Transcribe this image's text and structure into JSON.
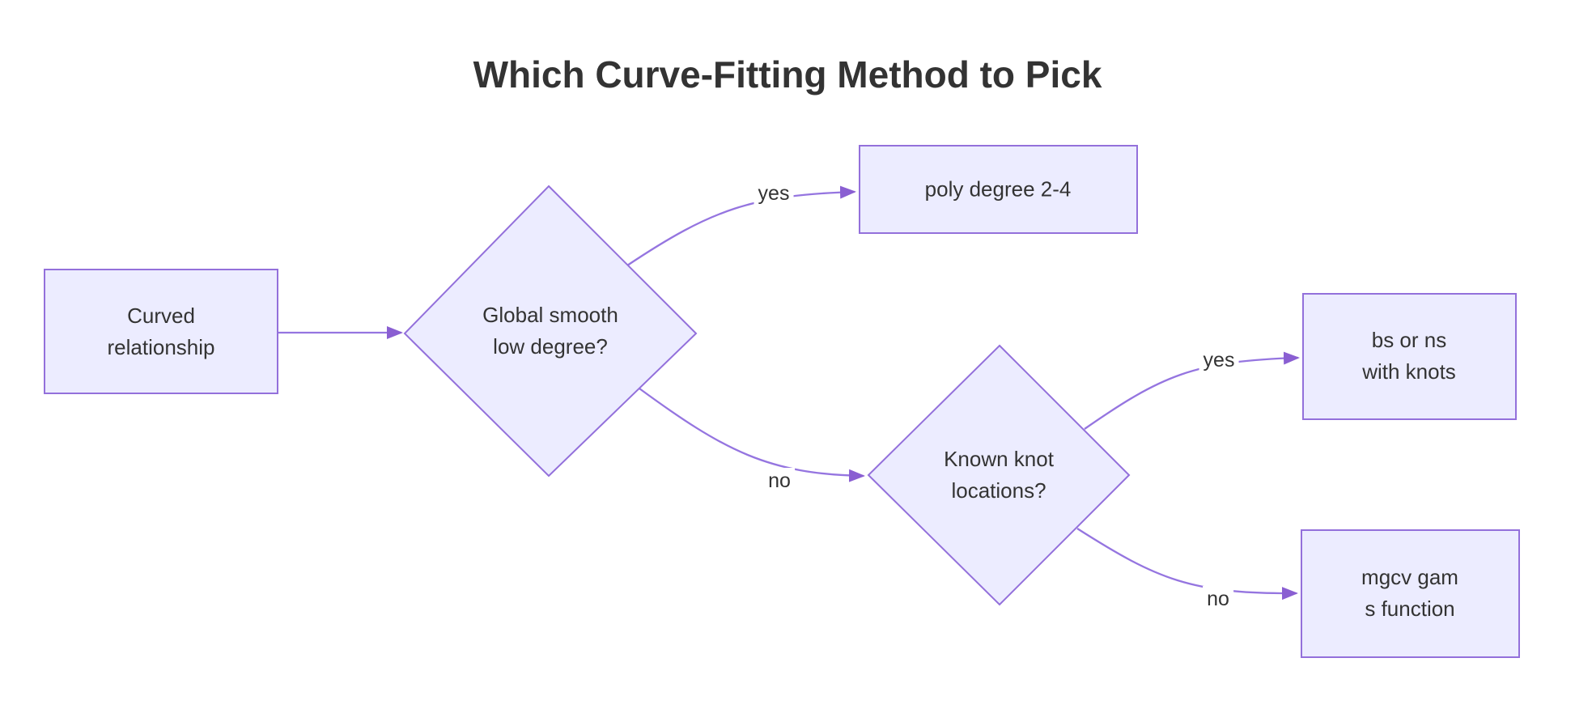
{
  "title": "Which Curve-Fitting Method to Pick",
  "colors": {
    "node_fill": "#ECECFF",
    "node_border": "#9370DB",
    "edge_line": "#9575e0",
    "arrowhead": "#8a5fd2",
    "text": "#333333",
    "bg": "#ffffff"
  },
  "nodes": {
    "start": {
      "label": "Curved\nrelationship",
      "type": "rectangle"
    },
    "q_global": {
      "label": "Global smooth\nlow degree?",
      "type": "decision"
    },
    "poly": {
      "label": "poly degree 2-4",
      "type": "rectangle"
    },
    "q_knots": {
      "label": "Known knot\nlocations?",
      "type": "decision"
    },
    "bs_ns": {
      "label": "bs or ns\nwith knots",
      "type": "rectangle"
    },
    "mgcv": {
      "label": "mgcv gam\ns function",
      "type": "rectangle"
    }
  },
  "edge_labels": {
    "yes1": "yes",
    "no1": "no",
    "yes2": "yes",
    "no2": "no"
  }
}
